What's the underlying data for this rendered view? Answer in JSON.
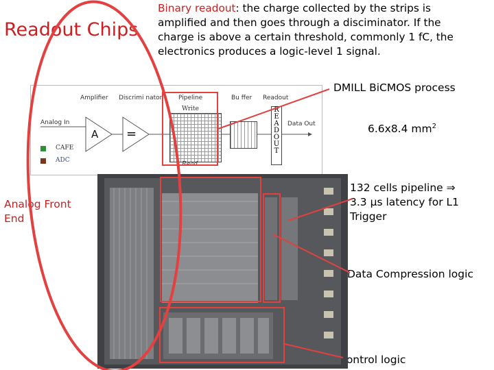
{
  "slide": {
    "title": "Readout Chips",
    "intro": {
      "highlight": "Binary readout",
      "text": ": the charge collected by the strips is amplified and then goes through a disciminator. If the charge is above a certain threshold, commonly 1 fC, the electronics produces a logic-level 1 signal."
    },
    "process": "DMILL BiCMOS process",
    "size": "6.6x8.4 mm",
    "size_sup": "2",
    "pipeline_note_1": "132 cells pipeline ",
    "pipeline_arrow": "⇒",
    "pipeline_note_2": "3.3 μs latency for L1 Trigger",
    "compression": "Data Compression logic",
    "control": "Control logic",
    "analog_front_end": "Analog Front End"
  },
  "diagram": {
    "amplifier": "Amplifier",
    "discriminator": "Discrimi nator",
    "pipeline": "Pipeline",
    "buffer": "Bu ffer",
    "readout": "Readout",
    "analog_in": "Analog In",
    "amp_symbol": "A",
    "disc_symbol": "=",
    "write": "Write",
    "read": "Read",
    "data_out": "Data Out",
    "cafe": "CAFE",
    "adc": "ADC",
    "readout_letters": [
      "R",
      "E",
      "A",
      "D",
      "O",
      "U",
      "T"
    ],
    "colors": {
      "cafe": "#2f8f3a",
      "adc": "#7a3a1a"
    }
  },
  "colors": {
    "accent_red": "#cc2020",
    "overlay_red": "#e34040"
  }
}
